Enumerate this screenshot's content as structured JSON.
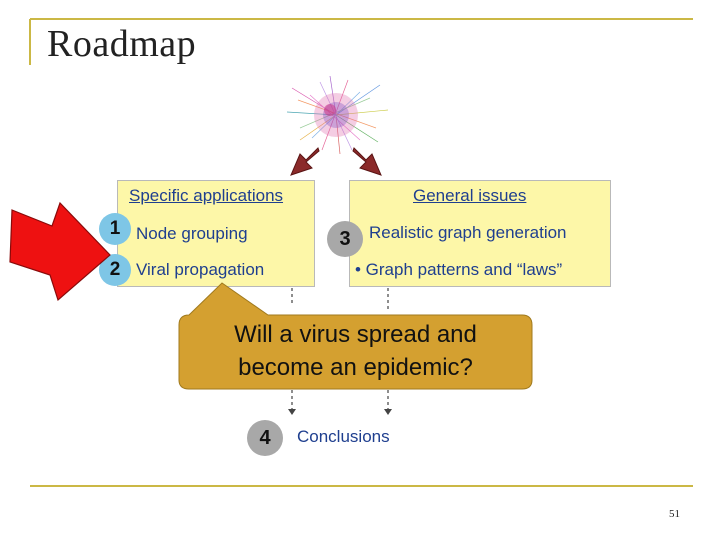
{
  "slide": {
    "title": "Roadmap",
    "page_number": "51"
  },
  "left_panel": {
    "heading": "Specific applications",
    "items": [
      {
        "number": "1",
        "label": "Node grouping"
      },
      {
        "number": "2",
        "label": "Viral propagation"
      }
    ]
  },
  "right_panel": {
    "heading": "General issues",
    "items": [
      {
        "number": "3",
        "label": "Realistic graph generation"
      },
      {
        "number": "",
        "label": "• Graph patterns and “laws”"
      }
    ]
  },
  "callout": {
    "line1": "Will a virus spread and",
    "line2": "become an epidemic?"
  },
  "conclusions": {
    "number": "4",
    "label": "Conclusions"
  },
  "colors": {
    "rule": "#cbb845",
    "box_fill": "#fdf7a8",
    "text_blue": "#1f3f8f",
    "callout_fill": "#d4a030",
    "arrow_red": "#ee1111",
    "circle_blue": "#7ec6e6"
  }
}
